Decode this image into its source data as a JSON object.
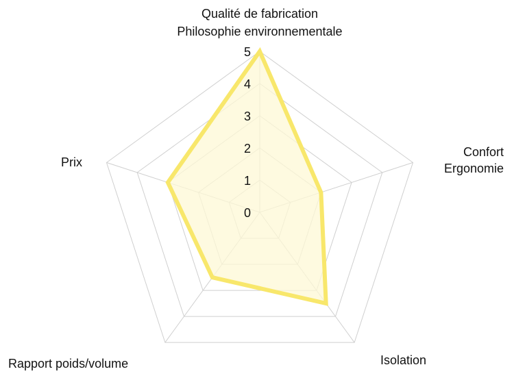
{
  "chart_data": {
    "type": "radar",
    "axes": [
      [
        "Qualité de fabrication",
        "Philosophie environnementale"
      ],
      [
        "Confort",
        "Ergonomie"
      ],
      [
        "Isolation"
      ],
      [
        "Rapport poids/volume"
      ],
      [
        "Prix"
      ]
    ],
    "series": [
      {
        "values": [
          5,
          2,
          3.5,
          2.5,
          3
        ]
      }
    ],
    "range": [
      0,
      5
    ],
    "ticks": [
      0,
      1,
      2,
      3,
      4,
      5
    ],
    "grid": true,
    "legend": "none",
    "colors": {
      "series_line": "#f8e76b",
      "series_fill": "#fdf8d6",
      "grid": "#cfcfcf",
      "text": "#111111"
    }
  }
}
